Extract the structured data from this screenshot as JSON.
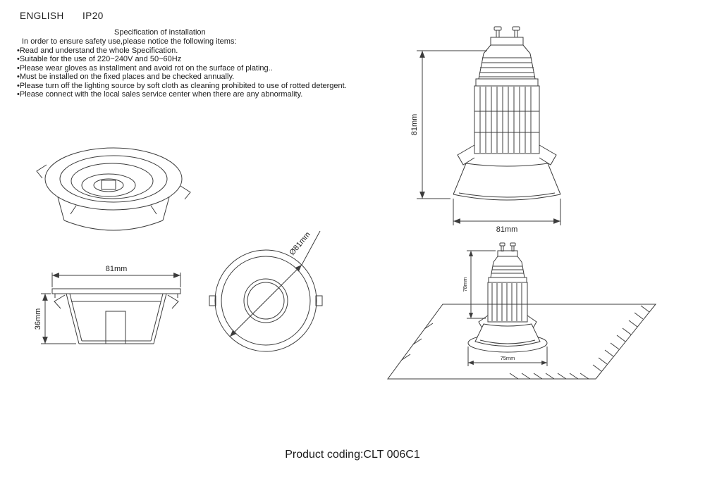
{
  "header": {
    "language": "ENGLISH",
    "ip_rating": "IP20"
  },
  "spec": {
    "title": "Specification of installation",
    "intro": "In order to ensure safety use,please notice the following items:",
    "items": [
      "•Read and understand the whole Specification.",
      "•Suitable for the use of 220~240V and 50~60Hz",
      "•Please wear gloves as installment and avoid rot on the surface of plating..",
      "•Must be installed on the fixed places and be checked annually.",
      "•Please turn off the lighting source by soft cloth as cleaning prohibited to use of rotted detergent.",
      "•Please connect with the local sales service center when there are any abnormality."
    ]
  },
  "dims": {
    "lamp_height": "81mm",
    "lamp_width": "81mm",
    "front_width": "81mm",
    "front_depth": "36mm",
    "diameter": "Ø81mm",
    "install_depth": "78mm",
    "cutout_width": "75mm"
  },
  "footer": {
    "product_coding": "Product coding:CLT 006C1"
  },
  "drawing_colors": {
    "line": "#3c3c3c",
    "text": "#222222"
  }
}
